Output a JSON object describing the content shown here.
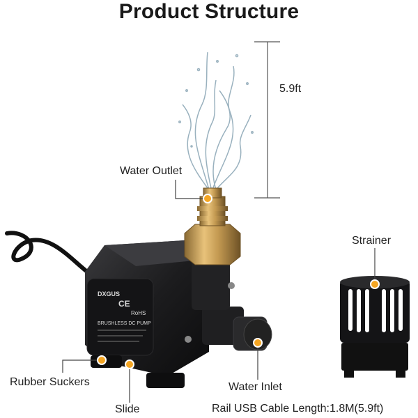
{
  "title": "Product Structure",
  "labels": {
    "height": "5.9ft",
    "water_outlet": "Water Outlet",
    "strainer": "Strainer",
    "rubber_suckers": "Rubber Suckers",
    "water_inlet": "Water Inlet",
    "slide": "Slide",
    "cable": "Rail USB Cable Length:1.8M(5.9ft)"
  },
  "pump_text": {
    "brand": "DXGUS",
    "ce": "CE",
    "rohs": "RoHS",
    "model": "BRUSHLESS DC PUMP"
  },
  "colors": {
    "marker": "#f5a623",
    "pump_body": "#1c1c1e",
    "brass": "#c49a52"
  }
}
